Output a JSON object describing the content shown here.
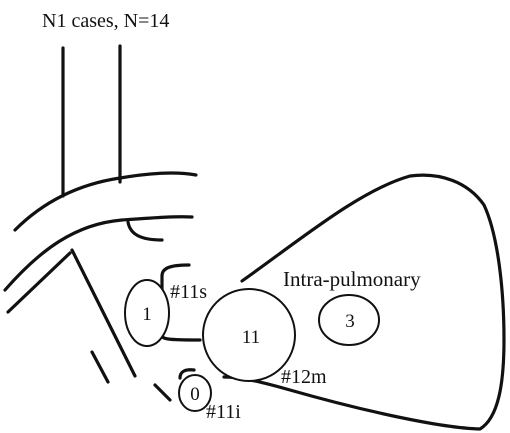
{
  "title": "N1 cases, N=14",
  "regions": {
    "intrapulmonary": "Intra-pulmonary"
  },
  "nodes": {
    "n11s": {
      "count": "1",
      "label": "#11s"
    },
    "n11": {
      "count": "11"
    },
    "intrapulmonary": {
      "count": "3"
    },
    "n11i": {
      "count": "0",
      "label": "#11i"
    },
    "n12m": {
      "label": "#12m"
    }
  }
}
